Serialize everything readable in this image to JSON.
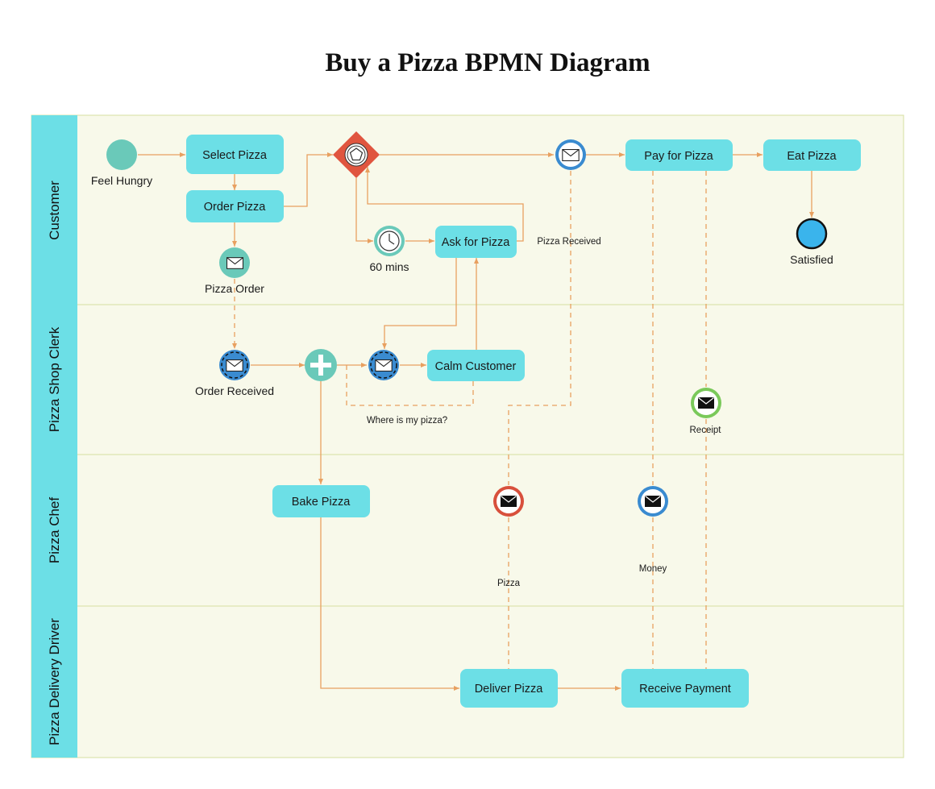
{
  "title": "Buy a Pizza BPMN Diagram",
  "colors": {
    "lane_header": "#6cdfe6",
    "lane_bg": "#f8f9ea",
    "lane_border": "#d6dfa0",
    "task": "#6cdfe6",
    "flow": "#e8a060",
    "start_event": "#6ac9b9",
    "end_event": "#3ab4ec",
    "gateway": "#e0553f",
    "message_blue": "#3a8bd0",
    "message_red": "#d8503c",
    "message_green": "#7ac95a"
  },
  "lanes": [
    "Customer",
    "Pizza Shop Clerk",
    "Pizza Chef",
    "Pizza Delivery Driver"
  ],
  "tasks": {
    "select_pizza": "Select Pizza",
    "order_pizza": "Order Pizza",
    "ask_for_pizza": "Ask for Pizza",
    "pay_for_pizza": "Pay for Pizza",
    "eat_pizza": "Eat Pizza",
    "calm_customer": "Calm Customer",
    "bake_pizza": "Bake Pizza",
    "deliver_pizza": "Deliver Pizza",
    "receive_payment": "Receive Payment"
  },
  "events": {
    "feel_hungry": "Feel Hungry",
    "pizza_order": "Pizza Order",
    "sixty_mins": "60 mins",
    "satisfied": "Satisfied",
    "order_received": "Order Received"
  },
  "messages": {
    "pizza_received": "Pizza Received",
    "where_is_my_pizza": "Where is my pizza?",
    "receipt": "Receipt",
    "pizza": "Pizza",
    "money": "Money"
  },
  "icons": {
    "start": "start-event-icon",
    "gateway": "event-based-gateway-icon",
    "timer": "timer-icon",
    "message": "envelope-icon",
    "parallel": "parallel-gateway-plus-icon",
    "end": "end-event-icon"
  }
}
